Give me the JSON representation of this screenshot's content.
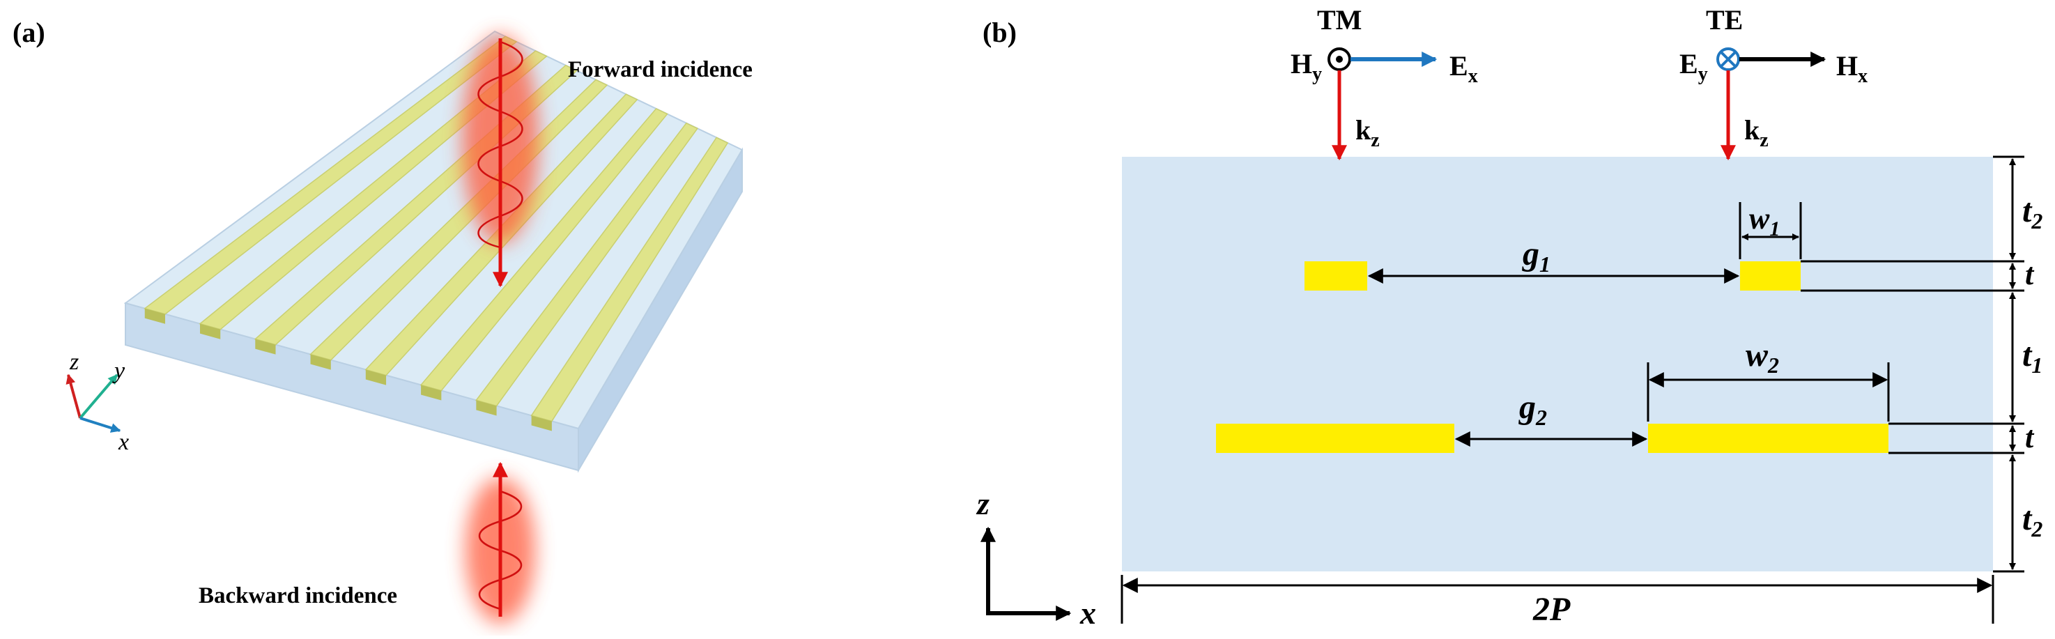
{
  "panel_a": {
    "label": "(a)",
    "forward_text": "Forward incidence",
    "backward_text": "Backward incidence",
    "axes": {
      "z": "z",
      "y": "y",
      "x": "x"
    }
  },
  "panel_b": {
    "label": "(b)",
    "tm": {
      "title": "TM",
      "h": "H",
      "h_sub": "y",
      "e": "E",
      "e_sub": "x",
      "k": "k",
      "k_sub": "z"
    },
    "te": {
      "title": "TE",
      "e": "E",
      "e_sub": "y",
      "h": "H",
      "h_sub": "x",
      "k": "k",
      "k_sub": "z"
    },
    "dims": {
      "g1": "g",
      "g1_sub": "1",
      "g2": "g",
      "g2_sub": "2",
      "w1": "w",
      "w1_sub": "1",
      "w2": "w",
      "w2_sub": "2",
      "t2": "t",
      "t2_sub": "2",
      "t1": "t",
      "t1_sub": "1",
      "t": "t",
      "period": "2P"
    },
    "axes": {
      "z": "z",
      "x": "x"
    }
  },
  "colors": {
    "substrate": "#d6e6f4",
    "gold": "#ffee00",
    "wire_a": "#dfe48a",
    "arrow_red": "#e01010",
    "arrow_blue": "#1f77c0"
  }
}
